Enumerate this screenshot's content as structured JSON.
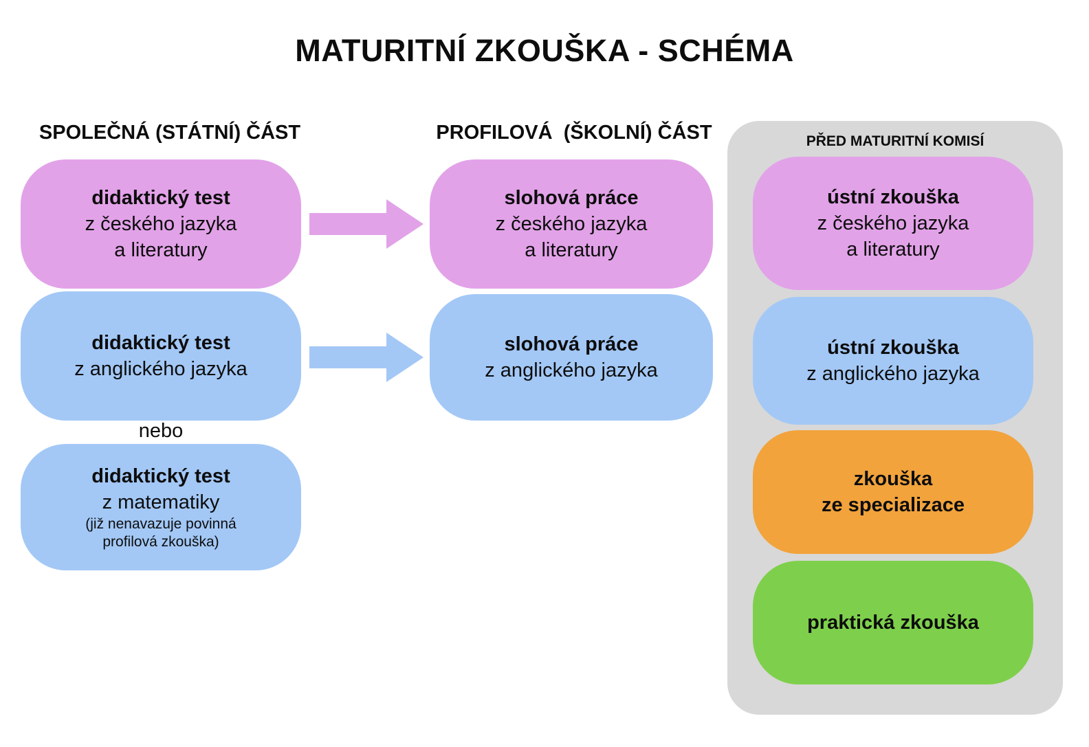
{
  "title": "MATURITNÍ ZKOUŠKA - SCHÉMA",
  "left": {
    "header": "SPOLEČNÁ (STÁTNÍ) ČÁST",
    "box1": {
      "bold": "didaktický test",
      "line1": "z českého jazyka",
      "line2": "a literatury"
    },
    "box2": {
      "bold": "didaktický test",
      "line1": "z anglického jazyka"
    },
    "or_label": "nebo",
    "box3": {
      "bold": "didaktický test",
      "line1": "z matematiky",
      "note1": "(již nenavazuje povinná",
      "note2": "profilová zkouška)"
    }
  },
  "middle": {
    "header": "PROFILOVÁ  (ŠKOLNÍ) ČÁST",
    "box1": {
      "bold": "slohová práce",
      "line1": "z českého jazyka",
      "line2": "a literatury"
    },
    "box2": {
      "bold": "slohová práce",
      "line1": "z anglického jazyka"
    }
  },
  "right": {
    "header": "PŘED MATURITNÍ KOMISÍ",
    "box1": {
      "bold": "ústní zkouška",
      "line1": "z českého jazyka",
      "line2": "a literatury"
    },
    "box2": {
      "bold": "ústní zkouška",
      "line1": "z anglického jazyka"
    },
    "box3": {
      "bold1": "zkouška",
      "bold2": "ze specializace"
    },
    "box4": {
      "bold": "praktická zkouška"
    }
  },
  "colors": {
    "pink": "#e2a2e8",
    "blue": "#a3c8f6",
    "orange": "#f2a33c",
    "green": "#7ed04c",
    "panel": "#d8d8d8"
  }
}
